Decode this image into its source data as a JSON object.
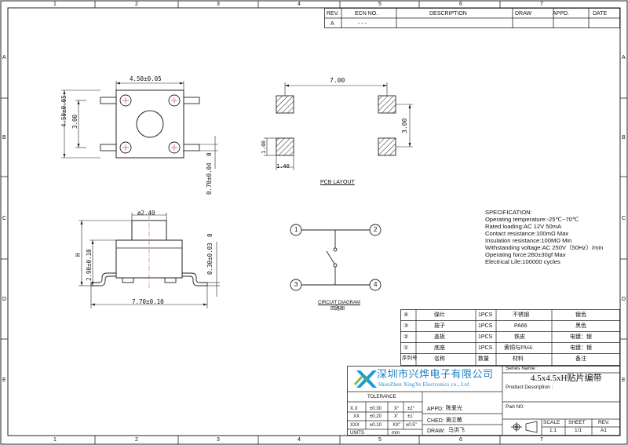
{
  "frame": {
    "cols": [
      "1",
      "2",
      "3",
      "4",
      "5",
      "6",
      "7"
    ],
    "rows": [
      "A",
      "B",
      "C",
      "D",
      "E"
    ]
  },
  "revision_table": {
    "headers": [
      "REV.",
      "ECN NO.",
      "DESCRIPTION",
      "DRAW",
      "APPD.",
      "DATE"
    ],
    "row": [
      "A",
      "- - -",
      "",
      "",
      "",
      ""
    ]
  },
  "dims": {
    "top_width": "4.50±0.05",
    "top_height": "4.50±0.05",
    "inner_height": "3.00",
    "leg_offset": "0.70±0.04",
    "leg_zero": "0",
    "pcb_width": "7.00",
    "pcb_height": "3.00",
    "pcb_pad_h": "1.40",
    "pcb_pad_w": "1.40",
    "side_dia": "ø2.40",
    "side_h": "H",
    "side_body": "2.90±0.10",
    "side_leg": "0.30±0.03",
    "side_zero": "0",
    "side_width": "7.70±0.10"
  },
  "labels": {
    "pcb_layout": "PCB LAYOUT",
    "circuit_diagram": "CIRCUIT DIAGRAM",
    "circuit_cn": "回路图",
    "pins": [
      "1",
      "2",
      "3",
      "4"
    ]
  },
  "specification": {
    "title": "SPECIFICATION:",
    "lines": [
      "Operating temperature:-25℃~70℃",
      "Rated loading:AC 12V 50mA",
      "Contact resistance:100mΩ Max",
      "Insulation resistance:100MΩ Min",
      "Withstanding voltage:AC 250V（50Hz）/min",
      "Operating force:260±30gf Max",
      "Electrical Life:100000 cycles"
    ]
  },
  "bom": {
    "rows": [
      [
        "④",
        "弹片",
        "1PCS",
        "不锈钢",
        "银色"
      ],
      [
        "③",
        "按子",
        "1PCS",
        "PA66",
        "黑色"
      ],
      [
        "②",
        "盖板",
        "1PCS",
        "铁皮",
        "电镀：银"
      ],
      [
        "①",
        "底座",
        "1PCS",
        "黄铜与PA66",
        "电镀：银"
      ]
    ],
    "header": [
      "序列号",
      "名称",
      "数量",
      "材料",
      "备注"
    ]
  },
  "company": {
    "name_cn": "深圳市兴烨电子有限公司",
    "name_en": "ShenZhen XingYe Electronics co., Ltd"
  },
  "title_block": {
    "series_name_label": "Series Name :",
    "series_name": "4.5x4.5xH贴片编带",
    "product_desc_label": "Product Description :",
    "part_no_label": "Part N0:",
    "tolerance_label": "TOLERANCE",
    "tolerance": [
      [
        "X.X",
        "±0.30",
        "X°",
        "±2°"
      ],
      [
        "XX",
        "±0.20",
        "X'",
        "±1'"
      ],
      [
        "XXX",
        "±0.10",
        "XX\"",
        "±0.5\""
      ]
    ],
    "units_label": "UNITS",
    "units_value": "mm",
    "appd_label": "APPD:",
    "appd_name": "陈爱光",
    "ched_label": "CHED:",
    "ched_name": "施立敏",
    "draw_label": "DRAW:",
    "draw_name": "马洪飞",
    "scale_label": "SCALE",
    "scale_value": "1:1",
    "sheet_label": "SHEET",
    "sheet_value": "1/1",
    "rev_label": "REV.",
    "rev_value": "A1"
  }
}
